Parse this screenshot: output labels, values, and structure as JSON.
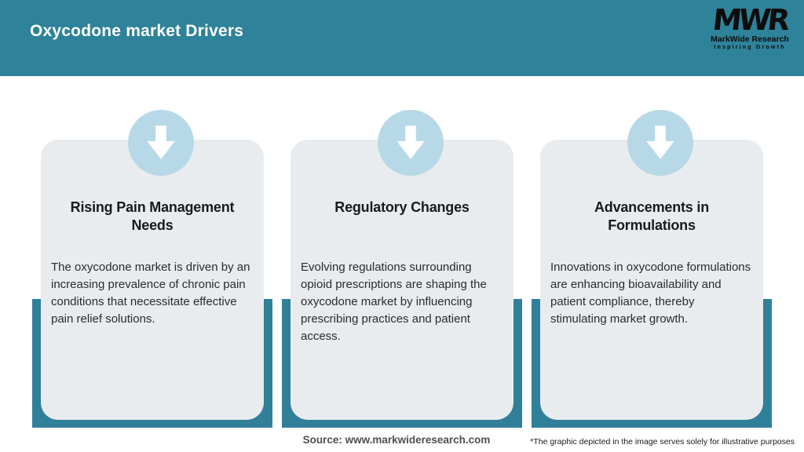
{
  "header": {
    "title": "Oxycodone market Drivers"
  },
  "logo": {
    "monogram": "MWR",
    "name": "MarkWide Research",
    "tagline": "Inspiring Growth"
  },
  "cards": [
    {
      "title": "Rising Pain Management Needs",
      "body": "The oxycodone market is driven by an increasing prevalence of chronic pain conditions that necessitate effective pain relief solutions."
    },
    {
      "title": "Regulatory Changes",
      "body": "Evolving regulations surrounding opioid prescriptions are shaping the oxycodone market by influencing prescribing practices and patient access."
    },
    {
      "title": "Advancements in Formulations",
      "body": "Innovations in oxycodone formulations are enhancing bioavailability and patient compliance, thereby stimulating market growth."
    }
  ],
  "footer": {
    "source": "Source: www.markwideresearch.com",
    "disclaimer": "*The graphic depicted in the image serves solely for illustrative purposes"
  },
  "colors": {
    "header_teal": "#2E8299",
    "backing_teal": "#30809A",
    "circle_blue": "#B7D9E7",
    "card_gray": "#E9ECEE"
  },
  "icons": {
    "arrow": "arrow-down-icon"
  }
}
